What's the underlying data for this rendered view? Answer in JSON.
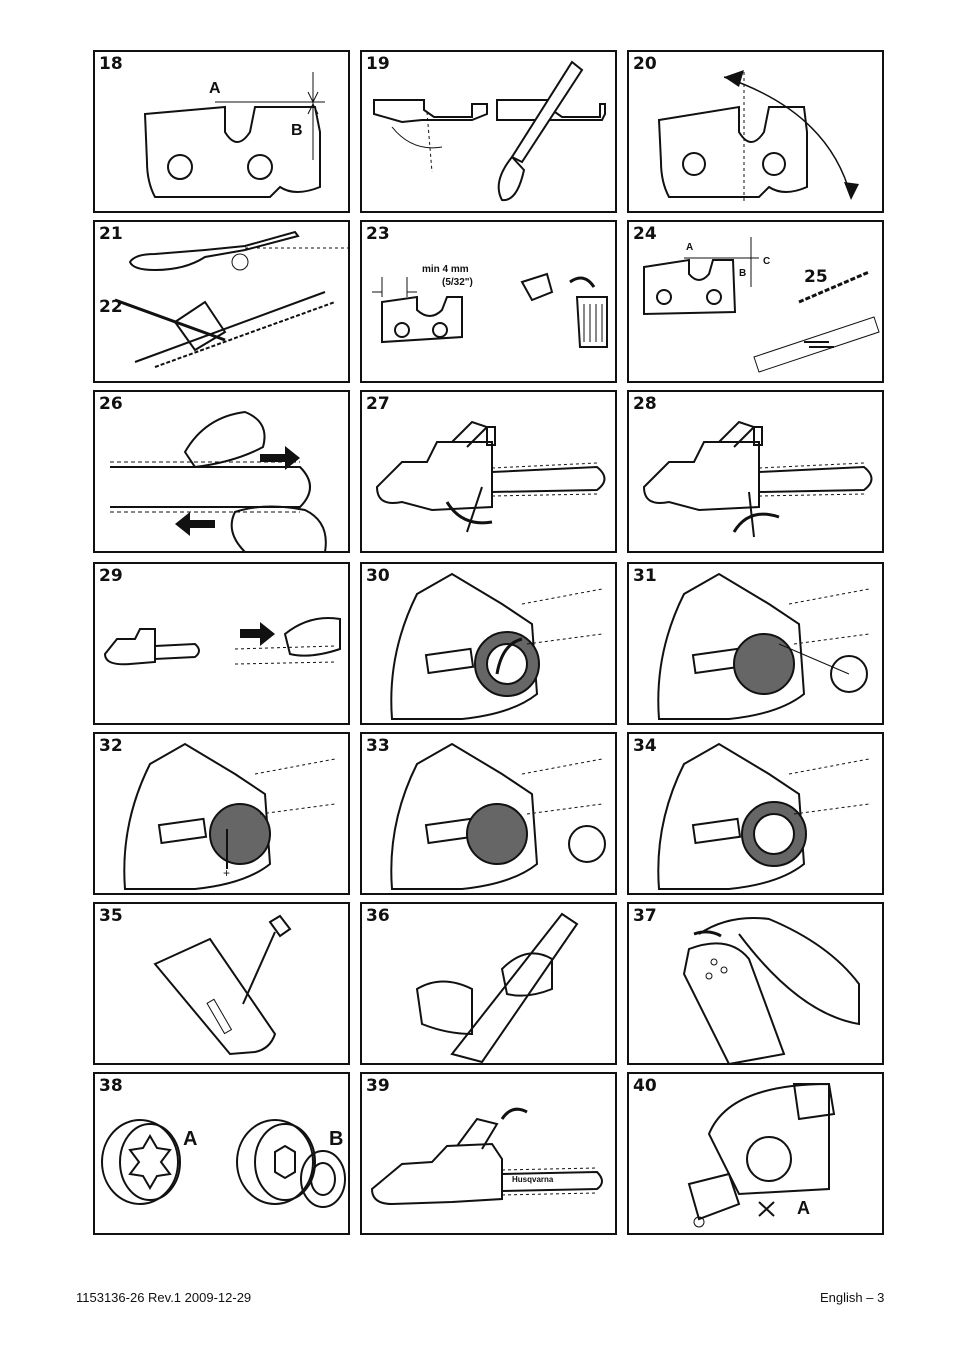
{
  "panels": {
    "p18": {
      "num": "18",
      "a": "A",
      "b": "B"
    },
    "p19": {
      "num": "19"
    },
    "p20": {
      "num": "20"
    },
    "p21": {
      "num": "21",
      "num2": "22"
    },
    "p23": {
      "num": "23",
      "min": "min 4 mm",
      "inch": "(5/32\")"
    },
    "p24": {
      "num": "24",
      "num2": "25",
      "a": "A",
      "b": "B",
      "c": "C"
    },
    "p26": {
      "num": "26"
    },
    "p27": {
      "num": "27"
    },
    "p28": {
      "num": "28"
    },
    "p29": {
      "num": "29"
    },
    "p30": {
      "num": "30"
    },
    "p31": {
      "num": "31"
    },
    "p32": {
      "num": "32"
    },
    "p33": {
      "num": "33"
    },
    "p34": {
      "num": "34"
    },
    "p35": {
      "num": "35"
    },
    "p36": {
      "num": "36"
    },
    "p37": {
      "num": "37"
    },
    "p38": {
      "num": "38",
      "a": "A",
      "b": "B"
    },
    "p39": {
      "num": "39",
      "brand": "Husqvarna"
    },
    "p40": {
      "num": "40",
      "a": "A"
    }
  },
  "footer": {
    "doc": "1153136-26 Rev.1 2009-12-29",
    "page": "English – 3"
  }
}
